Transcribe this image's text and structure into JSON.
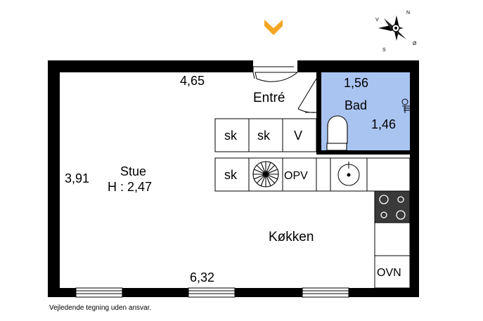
{
  "entrance_arrow_color": "#f5a623",
  "bathroom_color": "#aac4f2",
  "compass": {
    "n": "N",
    "v": "V",
    "s": "S",
    "o": "Ø"
  },
  "rooms": {
    "stue": {
      "name": "Stue",
      "height": "H : 2,47"
    },
    "entre": {
      "name": "Entré"
    },
    "bad": {
      "name": "Bad",
      "width": "1,56",
      "depth": "1,46"
    },
    "kokken": {
      "name": "Køkken"
    }
  },
  "dimensions": {
    "top": "4,65",
    "left": "3,91",
    "bottom": "6,32"
  },
  "fixtures": {
    "sk1": "sk",
    "sk2": "sk",
    "v": "V",
    "sk3": "sk",
    "opv": "OPV",
    "ovn": "OVN"
  },
  "icons": [
    "entrance-arrow-icon",
    "compass-icon",
    "washer-icon",
    "sink-icon",
    "stove-icon",
    "toilet-icon",
    "shower-icon"
  ],
  "disclaimer": "Vejledende tegning uden ansvar."
}
